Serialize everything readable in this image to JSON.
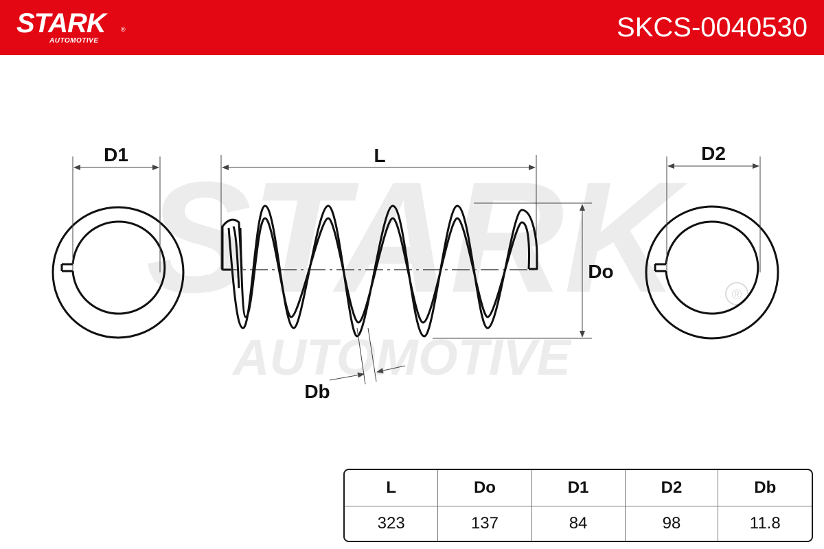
{
  "header": {
    "brand": "STARK",
    "brand_sub": "AUTOMOTIVE",
    "registered": "®",
    "part_number": "SKCS-0040530",
    "color": "#e30613"
  },
  "watermark": {
    "main": "STARK",
    "sub": "AUTOMOTIVE",
    "registered": "®"
  },
  "diagram": {
    "labels": {
      "d1": "D1",
      "l": "L",
      "d2": "D2",
      "do": "Do",
      "db": "Db"
    }
  },
  "table": {
    "headers": [
      "L",
      "Do",
      "D1",
      "D2",
      "Db"
    ],
    "values": [
      "323",
      "137",
      "84",
      "98",
      "11.8"
    ]
  }
}
